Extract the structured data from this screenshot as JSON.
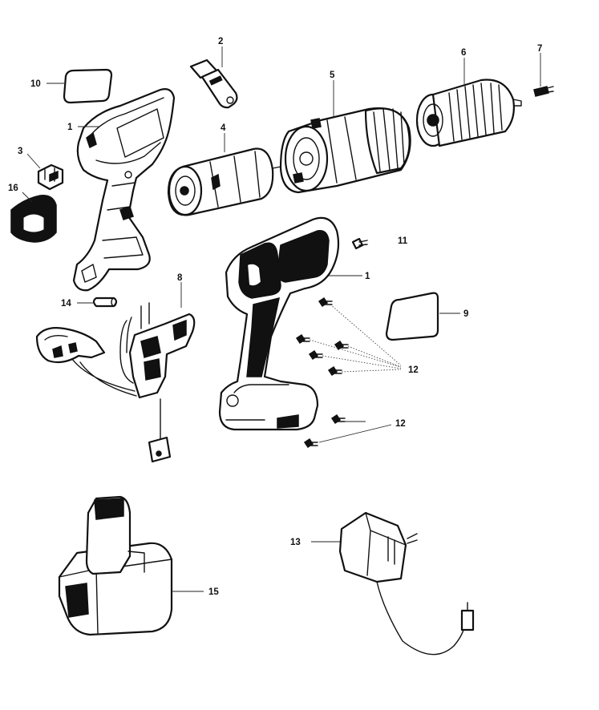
{
  "diagram": {
    "callouts": {
      "c1a": "1",
      "c1b": "1",
      "c2": "2",
      "c3": "3",
      "c4": "4",
      "c5": "5",
      "c6": "6",
      "c7": "7",
      "c8": "8",
      "c9": "9",
      "c10": "10",
      "c11": "11",
      "c12a": "12",
      "c12b": "12",
      "c13": "13",
      "c14": "14",
      "c15": "15",
      "c16": "16"
    }
  }
}
